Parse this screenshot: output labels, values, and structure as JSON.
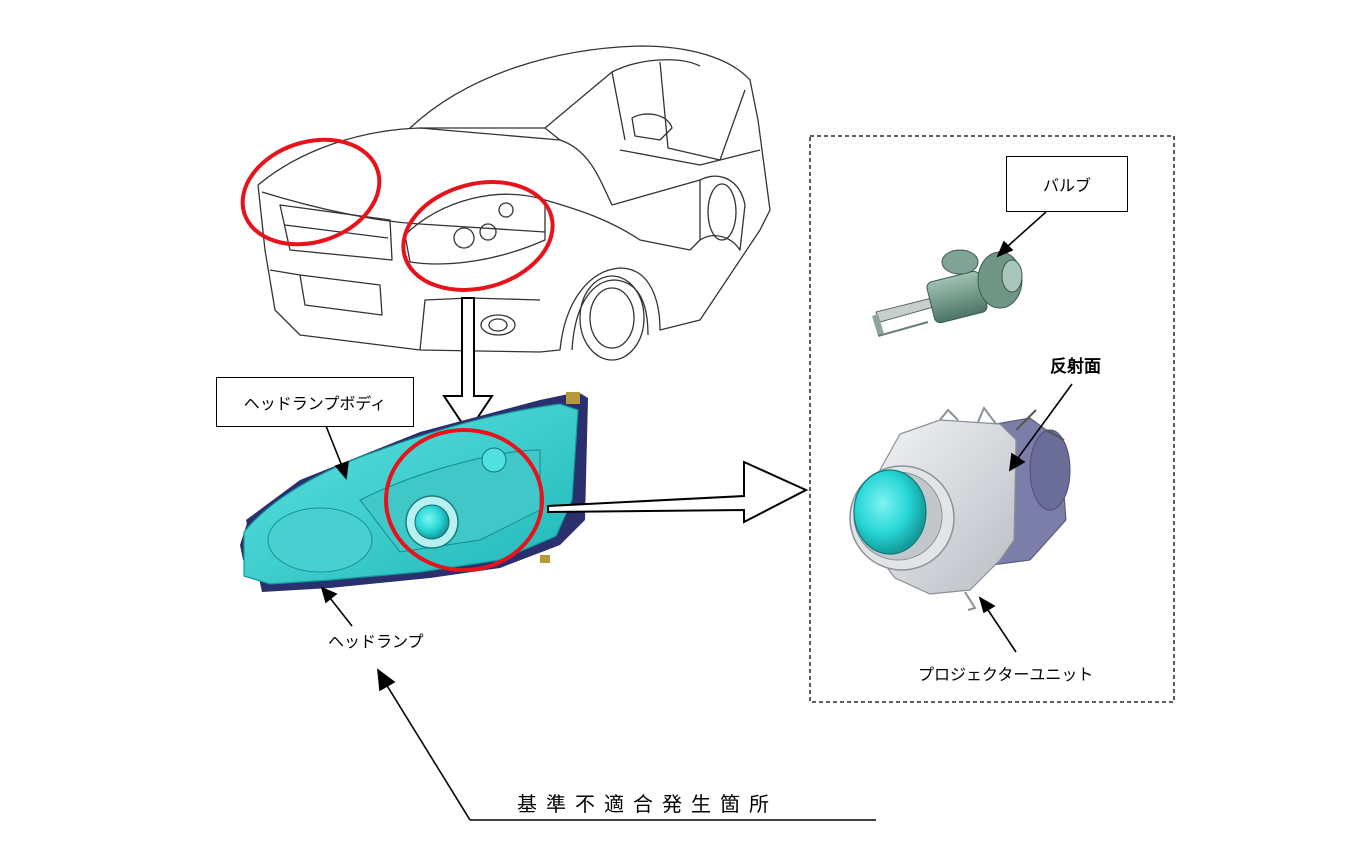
{
  "labels": {
    "headlamp_body": "ヘッドランプボディ",
    "bulb": "バルブ",
    "headlamp": "ヘッドランプ",
    "reflector": "反射面",
    "projector_unit": "プロジェクターユニット",
    "defect_location": "基準不適合発生箇所"
  },
  "colors": {
    "highlight_circle": "#e8121b",
    "lens_cyan": "#27d6d6",
    "housing_navy": "#2a2f6e",
    "projector_grey": "#d4d8dc",
    "bulb_green": "#5c8a7a"
  }
}
